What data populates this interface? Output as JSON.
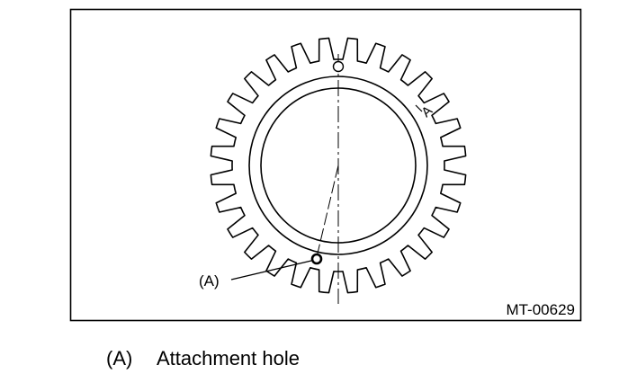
{
  "figure": {
    "code": "MT-00629",
    "pointer_label": "(A)",
    "arc_label": "A"
  },
  "legend": [
    {
      "tag": "(A)",
      "text": "Attachment hole"
    }
  ],
  "gear": {
    "teeth": 28
  },
  "colors": {
    "line": "#000000",
    "background": "#ffffff"
  }
}
